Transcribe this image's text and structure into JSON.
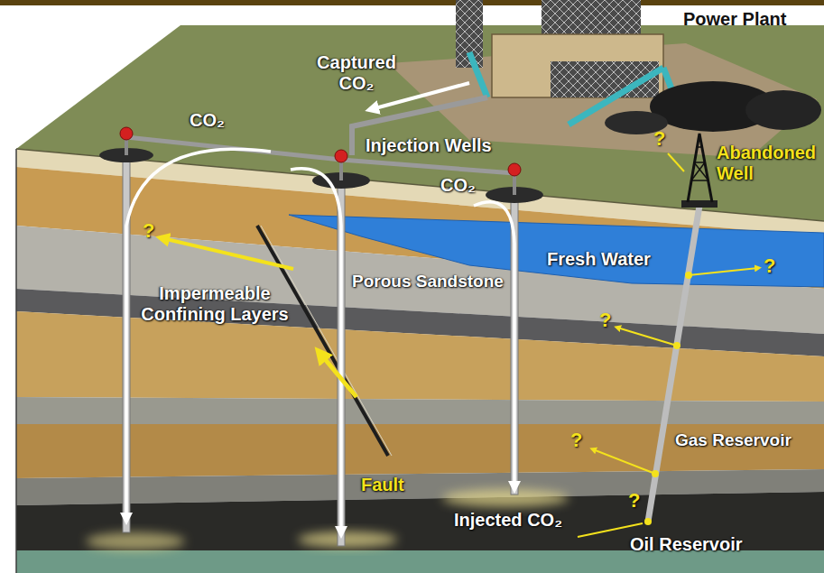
{
  "diagram": {
    "labels": [
      "Power Plant",
      "Captured CO₂",
      "CO₂",
      "Injection Wells",
      "CO₂",
      "?",
      "Abandoned Well",
      "?",
      "Fresh Water",
      "?",
      "Impermeable Confining Layers",
      "Porous Sandstone",
      "?",
      "?",
      "Gas Reservoir",
      "?",
      "Fault",
      "Injected CO₂",
      "Oil Reservoir"
    ]
  }
}
